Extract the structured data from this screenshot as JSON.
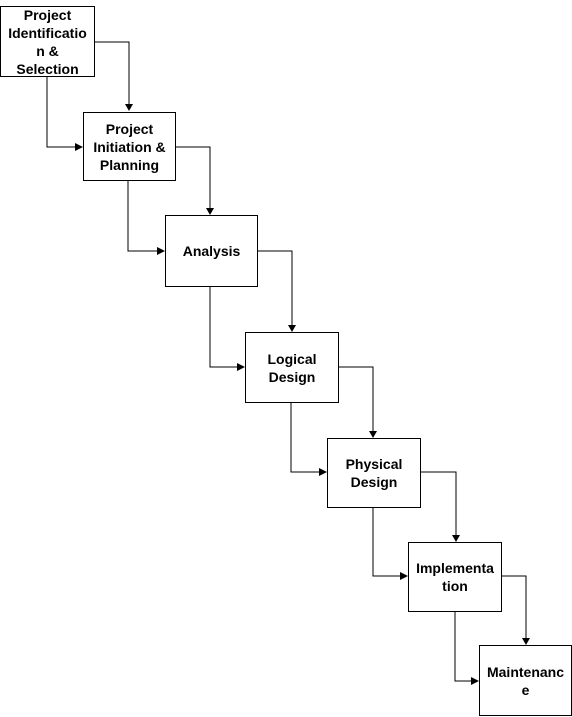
{
  "diagram": {
    "phases": [
      {
        "id": "identification",
        "label": "Project\nIdentificatio\nn &\nSelection"
      },
      {
        "id": "initiation",
        "label": "Project\nInitiation &\nPlanning"
      },
      {
        "id": "analysis",
        "label": "Analysis"
      },
      {
        "id": "logical",
        "label": "Logical\nDesign"
      },
      {
        "id": "physical",
        "label": "Physical\nDesign"
      },
      {
        "id": "implementation",
        "label": "Implementa\ntion"
      },
      {
        "id": "maintenance",
        "label": "Maintenanc\ne"
      }
    ]
  }
}
